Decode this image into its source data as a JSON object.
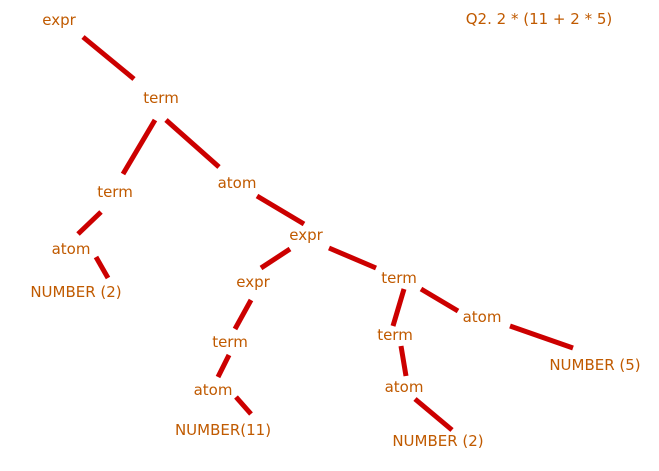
{
  "caption": "Q2. 2 * (11 + 2 * 5)",
  "colors": {
    "text": "#c05a00",
    "edge": "#cc0000"
  },
  "nodes": [
    {
      "id": "root-expr",
      "label": "expr"
    },
    {
      "id": "term-1",
      "label": "term"
    },
    {
      "id": "term-2",
      "label": "term"
    },
    {
      "id": "atom-1",
      "label": "atom"
    },
    {
      "id": "number-2-a",
      "label": "NUMBER (2)"
    },
    {
      "id": "atom-2",
      "label": "atom"
    },
    {
      "id": "expr-2",
      "label": "expr"
    },
    {
      "id": "expr-3",
      "label": "expr"
    },
    {
      "id": "term-3",
      "label": "term"
    },
    {
      "id": "atom-3",
      "label": "atom"
    },
    {
      "id": "number-11",
      "label": "NUMBER(11)"
    },
    {
      "id": "term-4",
      "label": "term"
    },
    {
      "id": "term-5",
      "label": "term"
    },
    {
      "id": "atom-4",
      "label": "atom"
    },
    {
      "id": "number-2-b",
      "label": "NUMBER (2)"
    },
    {
      "id": "atom-5",
      "label": "atom"
    },
    {
      "id": "number-5",
      "label": "NUMBER (5)"
    }
  ],
  "edges": [
    {
      "from": "root-expr",
      "to": "term-1"
    },
    {
      "from": "term-1",
      "to": "term-2"
    },
    {
      "from": "term-1",
      "to": "atom-2"
    },
    {
      "from": "term-2",
      "to": "atom-1"
    },
    {
      "from": "atom-1",
      "to": "number-2-a"
    },
    {
      "from": "atom-2",
      "to": "expr-2"
    },
    {
      "from": "expr-2",
      "to": "expr-3"
    },
    {
      "from": "expr-2",
      "to": "term-4"
    },
    {
      "from": "expr-3",
      "to": "term-3"
    },
    {
      "from": "term-3",
      "to": "atom-3"
    },
    {
      "from": "atom-3",
      "to": "number-11"
    },
    {
      "from": "term-4",
      "to": "term-5"
    },
    {
      "from": "term-4",
      "to": "atom-5"
    },
    {
      "from": "term-5",
      "to": "atom-4"
    },
    {
      "from": "atom-4",
      "to": "number-2-b"
    },
    {
      "from": "atom-5",
      "to": "number-5"
    }
  ]
}
